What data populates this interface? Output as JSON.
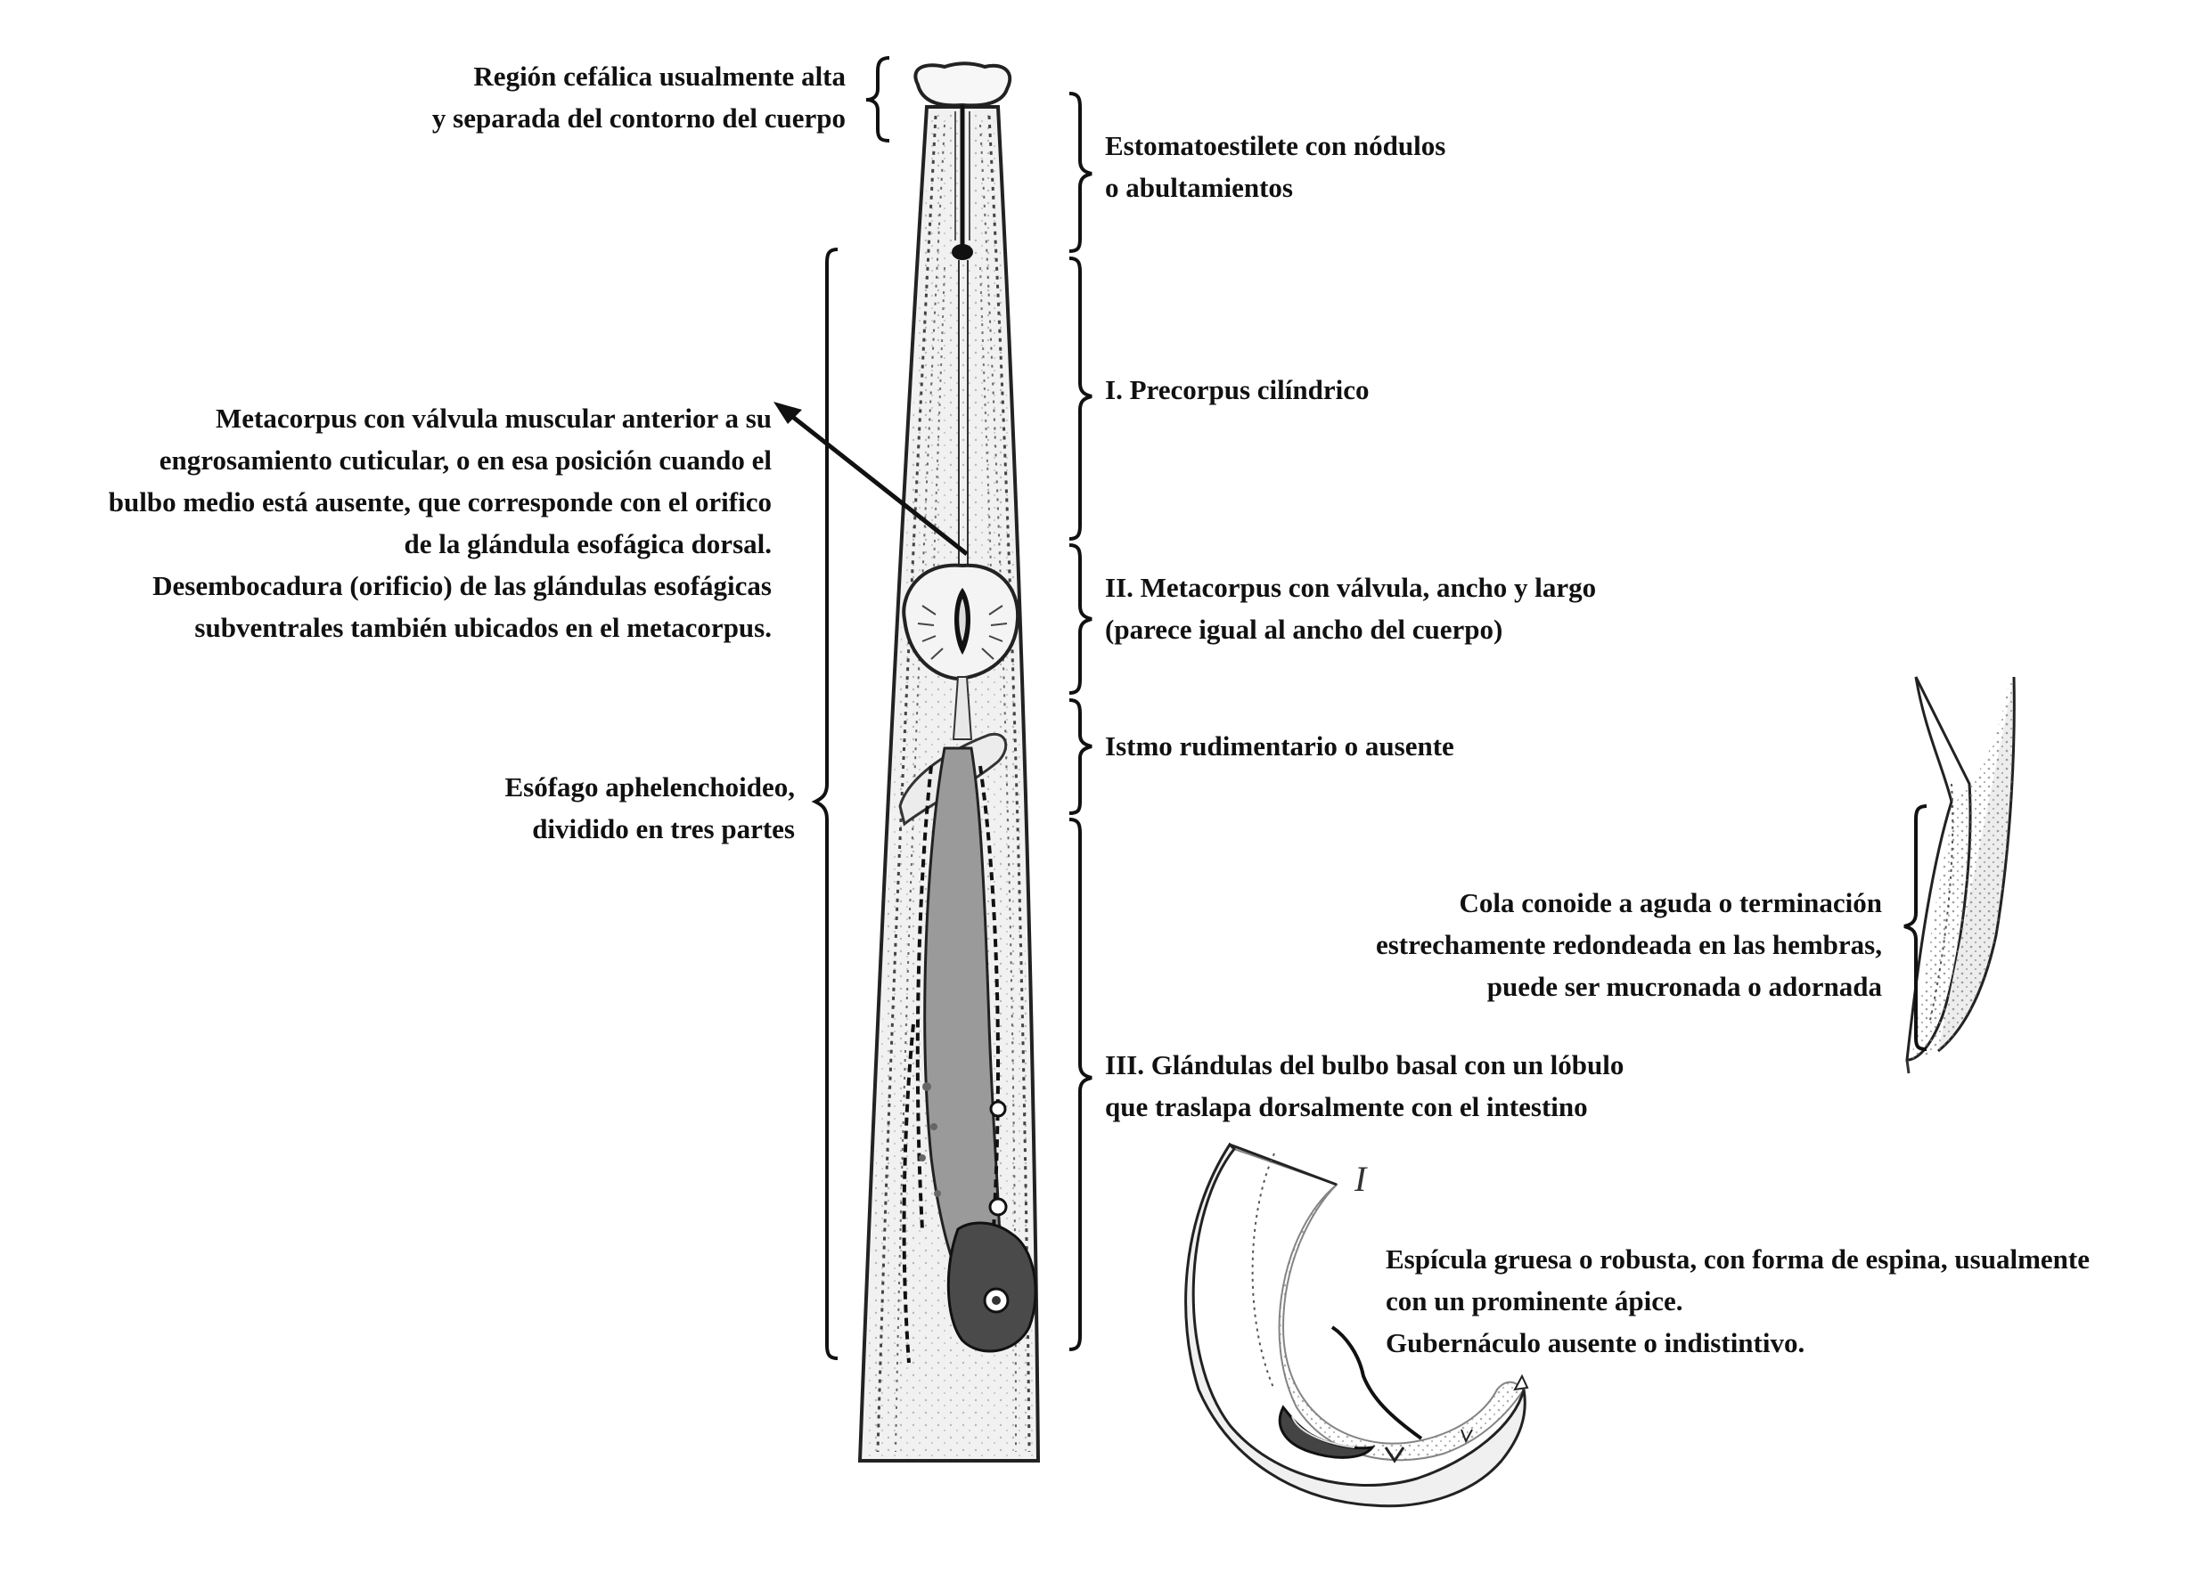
{
  "labels": {
    "cephalic": [
      "Región cefálica usualmente alta",
      "y separada del contorno del cuerpo"
    ],
    "stylet": [
      "Estomatoestilete con nódulos",
      "o abultamientos"
    ],
    "metacorpus_valve": [
      "Metacorpus con válvula muscular anterior a su",
      "engrosamiento cuticular, o en esa posición cuando el",
      "bulbo medio está ausente, que corresponde con el orifico",
      "de la glándula esofágica dorsal.",
      "Desembocadura (orificio) de las glándulas esofágicas",
      "subventrales también ubicados en el metacorpus."
    ],
    "precorpus": [
      "I. Precorpus cilíndrico"
    ],
    "metacorpus": [
      "II. Metacorpus con válvula, ancho y largo",
      "(parece igual al ancho del cuerpo)"
    ],
    "isthmus": [
      "Istmo rudimentario o ausente"
    ],
    "esophagus": [
      "Esófago aphelenchoideo,",
      "dividido en tres partes"
    ],
    "tail": [
      "Cola conoide a aguda o terminación",
      "estrechamente redondeada en las hembras,",
      "puede ser mucronada o adornada"
    ],
    "glands": [
      "III. Glándulas del bulbo basal con un lóbulo",
      "que traslapa dorsalmente con el intestino"
    ],
    "spicule": [
      "Espícula gruesa o robusta, con forma de espina, usualmente",
      "con un prominente ápice.",
      "Gubernáculo ausente o indistintivo."
    ]
  },
  "plate_mark": "I",
  "colors": {
    "ink": "#111111",
    "body_fill": "#efefef",
    "gland_fill": "#8c8c8c",
    "bulb_fill": "#4a4a4a"
  }
}
